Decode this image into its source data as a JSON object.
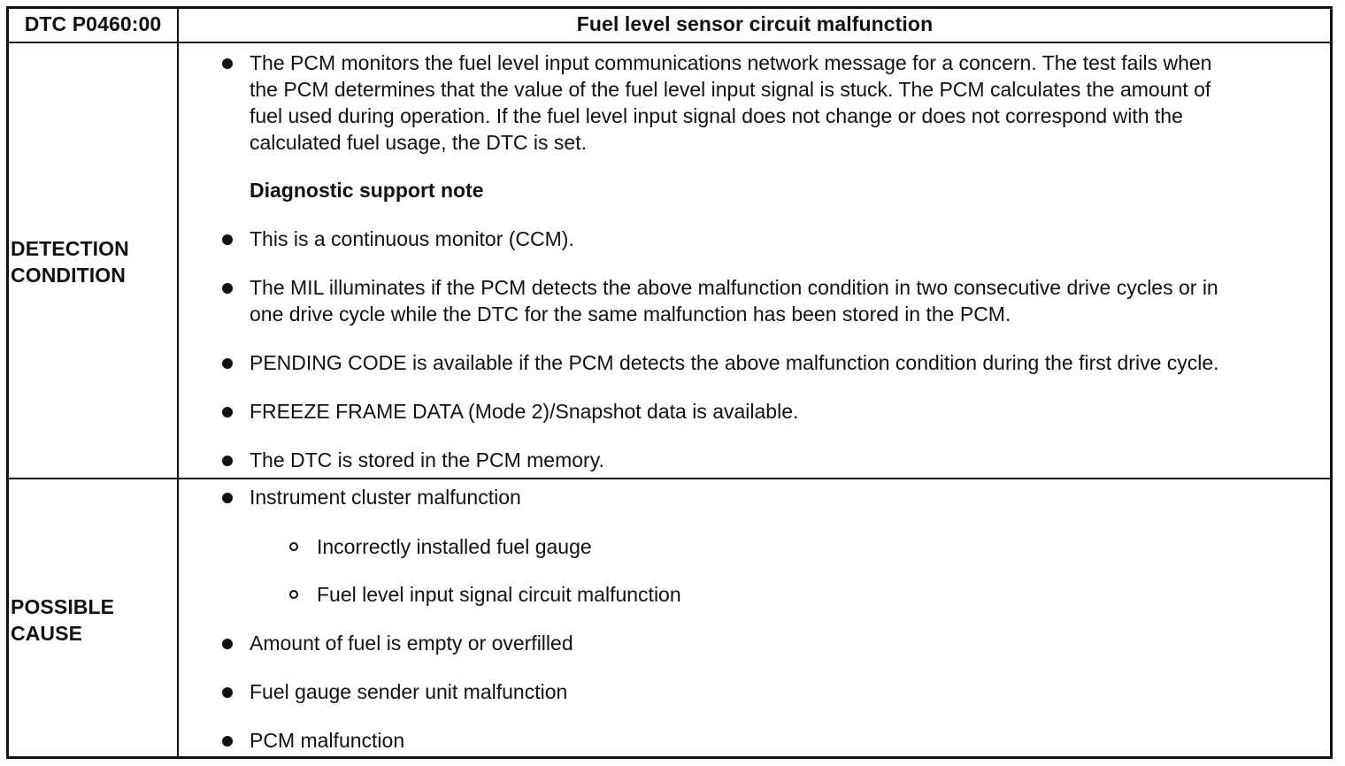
{
  "header": {
    "code": "DTC P0460:00",
    "title": "Fuel level sensor circuit malfunction"
  },
  "detection": {
    "label_line1": "DETECTION",
    "label_line2": "CONDITION",
    "items": [
      {
        "lines": [
          "The PCM monitors the fuel level input communications network message for a concern. The test fails when",
          "the PCM determines that the value of the fuel level input signal is stuck. The PCM calculates the amount of",
          "fuel used during operation. If the fuel level input signal does not change or does not correspond with the",
          "calculated fuel usage, the DTC is set."
        ]
      }
    ],
    "support_note_heading": "Diagnostic support note",
    "support_items": [
      {
        "lines": [
          "This is a continuous monitor (CCM)."
        ]
      },
      {
        "lines": [
          "The MIL illuminates if the PCM detects the above malfunction condition in two consecutive drive cycles or in",
          "one drive cycle while the DTC for the same malfunction has been stored in the PCM."
        ]
      },
      {
        "lines": [
          "PENDING CODE is available if the PCM detects the above malfunction condition during the first drive cycle."
        ]
      },
      {
        "lines": [
          "FREEZE FRAME DATA (Mode 2)/Snapshot data is available."
        ]
      },
      {
        "lines": [
          "The DTC is stored in the PCM memory."
        ]
      }
    ]
  },
  "possible_cause": {
    "label_line1": "POSSIBLE",
    "label_line2": "CAUSE",
    "items": [
      {
        "text": "Instrument cluster malfunction",
        "sub": [
          "Incorrectly installed fuel gauge",
          "Fuel level input signal circuit malfunction"
        ]
      },
      {
        "text": "Amount of fuel is empty or overfilled"
      },
      {
        "text": "Fuel gauge sender unit malfunction"
      },
      {
        "text": "PCM malfunction"
      }
    ]
  }
}
